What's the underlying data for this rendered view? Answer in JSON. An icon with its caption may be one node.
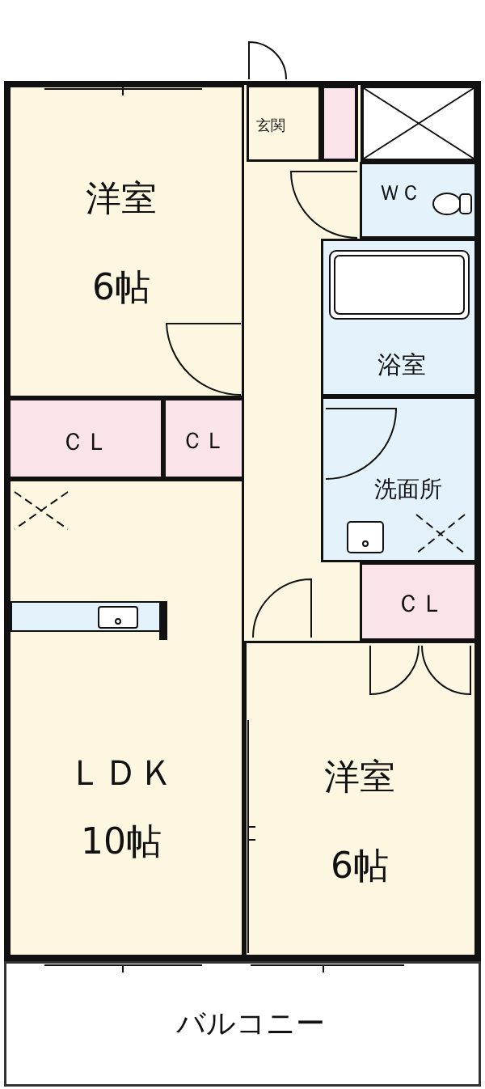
{
  "diagram": {
    "nodes": [
      {
        "text": [
          "洋室",
          "6帖"
        ]
      },
      {
        "text": [
          "玄関"
        ]
      },
      {
        "text": [
          "ＷＣ"
        ]
      },
      {
        "text": [
          "浴室"
        ]
      },
      {
        "text": [
          "洗面所"
        ]
      },
      {
        "text": [
          "ＣＬ"
        ]
      },
      {
        "text": [
          "ＣＬ"
        ]
      },
      {
        "text": [
          "ＣＬ"
        ]
      },
      {
        "text": [
          "ＬＤＫ",
          "10帖"
        ]
      },
      {
        "text": [
          "洋室",
          "6帖"
        ]
      },
      {
        "text": [
          "バルコニー"
        ]
      }
    ]
  }
}
